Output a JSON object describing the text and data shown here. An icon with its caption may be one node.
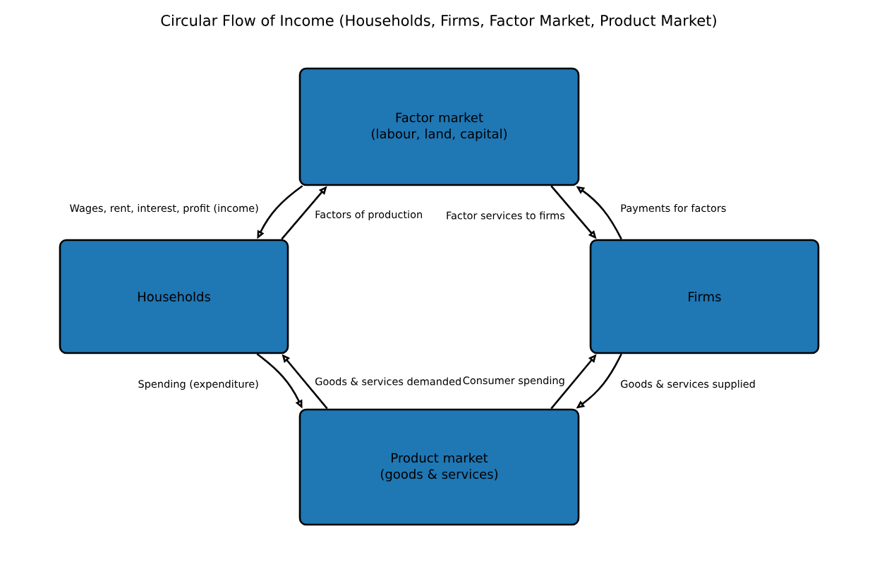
{
  "diagram": {
    "title": "Circular Flow of Income (Households, Firms, Factor Market, Product Market)",
    "nodes": [
      {
        "text": [
          "Factor market (labour, land, capital)"
        ]
      },
      {
        "text": [
          "Households"
        ]
      },
      {
        "text": [
          "Firms"
        ]
      },
      {
        "text": [
          "Product market (goods & services)"
        ]
      }
    ],
    "edges": [
      {
        "from": 1,
        "to": 0,
        "arrow": "to",
        "label": "Factors of production"
      },
      {
        "from": 0,
        "to": 1,
        "arrow": "to",
        "label": "Wages, rent, interest, profit (income)"
      },
      {
        "from": 0,
        "to": 2,
        "arrow": "to",
        "label": "Factor services to firms"
      },
      {
        "from": 2,
        "to": 0,
        "arrow": "to",
        "label": "Payments for factors"
      },
      {
        "from": 3,
        "to": 1,
        "arrow": "to",
        "label": "Goods & services demanded"
      },
      {
        "from": 1,
        "to": 3,
        "arrow": "to",
        "label": "Spending (expenditure)"
      },
      {
        "from": 2,
        "to": 3,
        "arrow": "to",
        "label": "Goods & services supplied"
      },
      {
        "from": 3,
        "to": 2,
        "arrow": "to",
        "label": "Consumer spending"
      }
    ]
  }
}
